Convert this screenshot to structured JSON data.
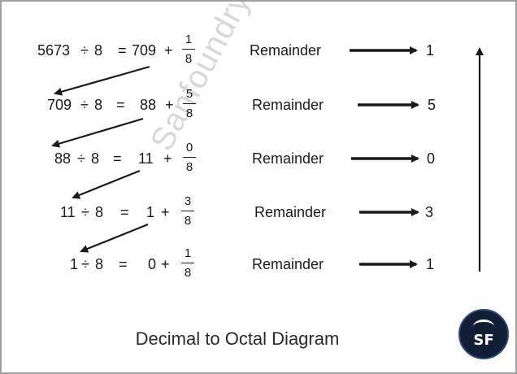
{
  "rows": [
    {
      "dividend": "5673",
      "op": "÷",
      "divisor": "8",
      "eq": "=",
      "quotient": "709",
      "plus": "+",
      "num": "1",
      "den": "8",
      "label": "Remainder",
      "remainder": "1"
    },
    {
      "dividend": "709",
      "op": "÷",
      "divisor": "8",
      "eq": "=",
      "quotient": "88",
      "plus": "+",
      "num": "5",
      "den": "8",
      "label": "Remainder",
      "remainder": "5"
    },
    {
      "dividend": "88",
      "op": "÷",
      "divisor": "8",
      "eq": "=",
      "quotient": "11",
      "plus": "+",
      "num": "0",
      "den": "8",
      "label": "Remainder",
      "remainder": "0"
    },
    {
      "dividend": "11",
      "op": "÷",
      "divisor": "8",
      "eq": "=",
      "quotient": "1",
      "plus": "+",
      "num": "3",
      "den": "8",
      "label": "Remainder",
      "remainder": "3"
    },
    {
      "dividend": "1",
      "op": "÷",
      "divisor": "8",
      "eq": "=",
      "quotient": "0",
      "plus": "+",
      "num": "1",
      "den": "8",
      "label": "Remainder",
      "remainder": "1"
    }
  ],
  "caption": "Decimal to Octal Diagram",
  "watermark": "Sanfoundry",
  "logo": {
    "text": "SF",
    "icon": "sanfoundry-logo-icon"
  },
  "colors": {
    "border": "#a0a0a0",
    "ink": "#1a1a1a",
    "logo_bg": "#121e35",
    "watermark": "#d8d8d8"
  }
}
